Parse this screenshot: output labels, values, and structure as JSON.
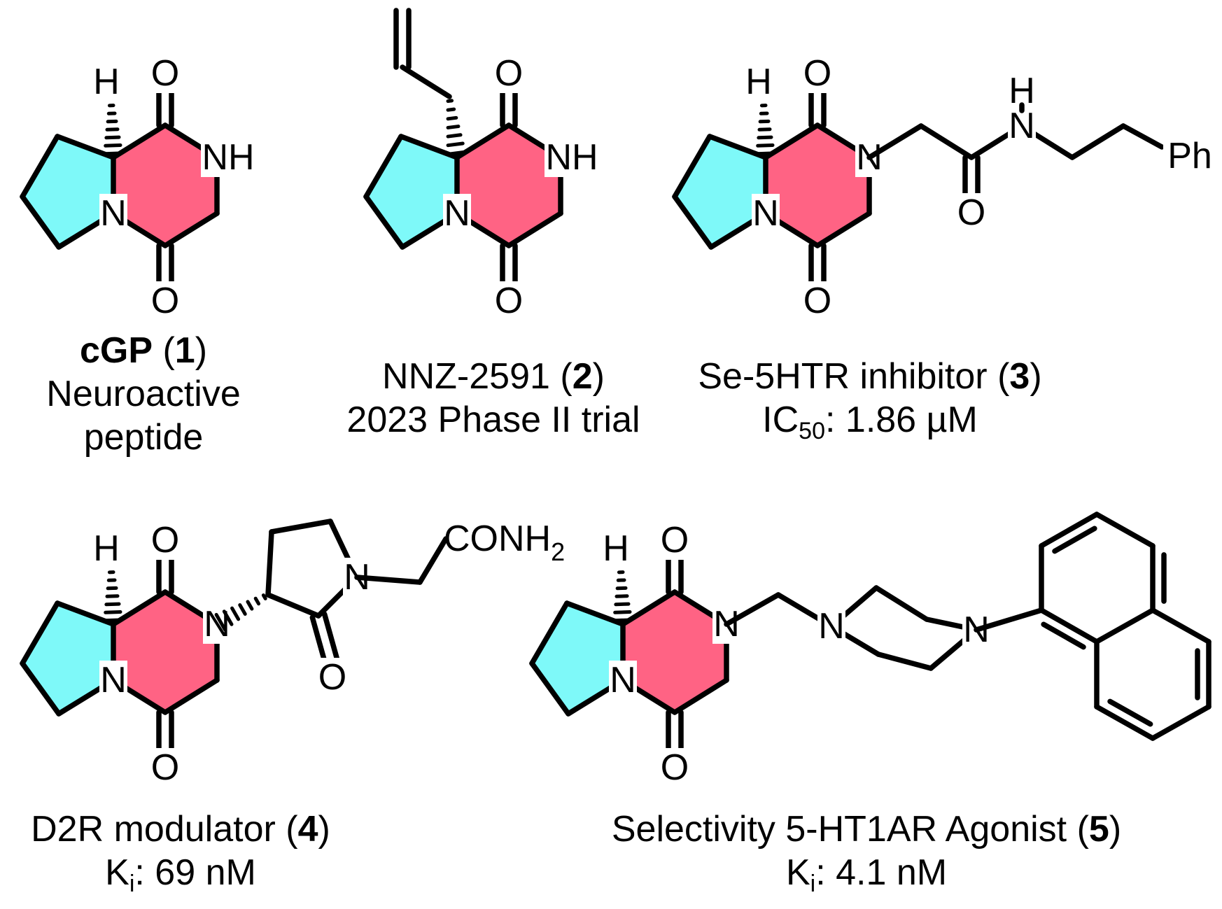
{
  "compounds": [
    {
      "id": "1",
      "name": "cGP",
      "line2": "Neuroactive",
      "line3": "peptide"
    },
    {
      "id": "2",
      "name": "NNZ-2591",
      "line2": "2023 Phase II trial"
    },
    {
      "id": "3",
      "name": "Se-5HTR inhibitor",
      "metric_label": "IC",
      "metric_sub": "50",
      "metric_value": ": 1.86 µM"
    },
    {
      "id": "4",
      "name": "D2R modulator",
      "metric_label": "K",
      "metric_sub": "i",
      "metric_value": ": 69 nM"
    },
    {
      "id": "5",
      "name": "Selectivity 5-HT1AR Agonist",
      "metric_label": "K",
      "metric_sub": "i",
      "metric_value": ": 4.1 nM"
    }
  ],
  "atom_labels": {
    "O": "O",
    "N": "N",
    "NH": "NH",
    "H": "H",
    "Ph": "Ph",
    "CONH": "CONH",
    "sub2": "2"
  },
  "colors": {
    "five_ring": "#7ef9f9",
    "six_ring": "#ff6384",
    "ink": "#000000"
  }
}
